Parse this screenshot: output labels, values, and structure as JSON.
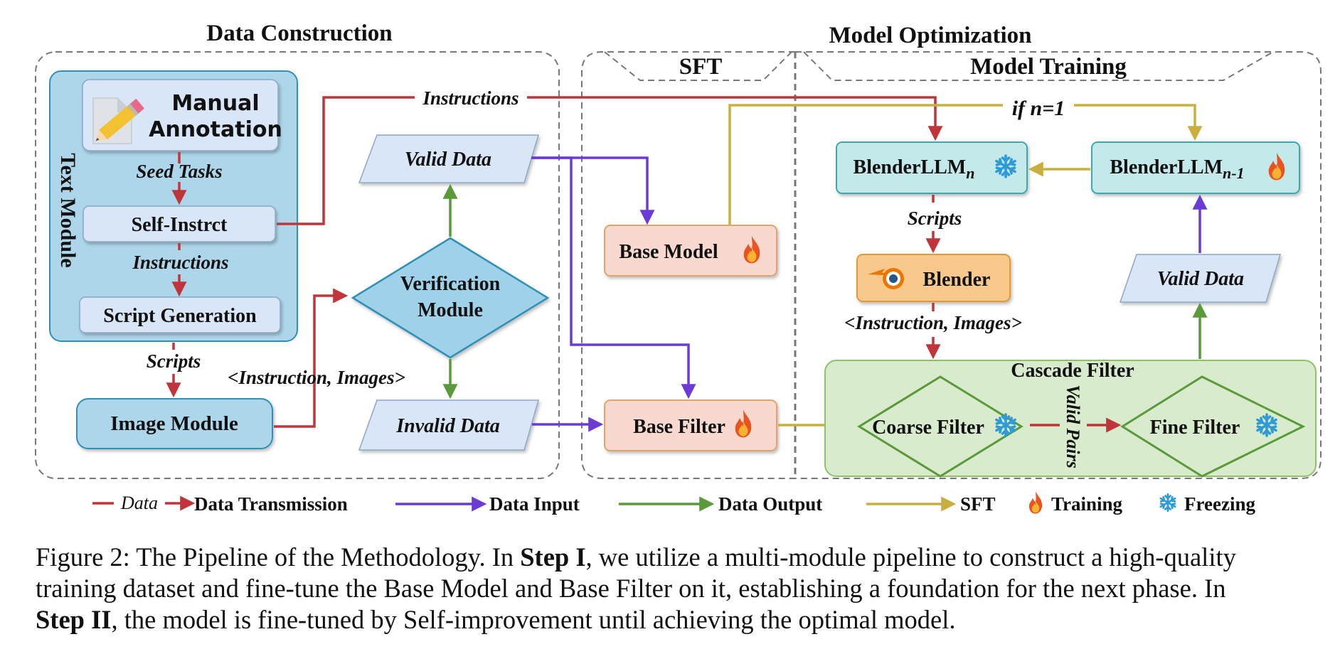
{
  "sections": {
    "data_construction": "Data Construction",
    "model_optimization": "Model Optimization",
    "sft": "SFT",
    "model_training": "Model Training"
  },
  "text_module": {
    "title": "Text Module",
    "manual_annotation_line1": "Manual",
    "manual_annotation_line2": "Annotation",
    "seed_tasks": "Seed Tasks",
    "self_instruct": "Self-Instrct",
    "instructions": "Instructions",
    "script_generation": "Script Generation"
  },
  "scripts_label_left": "Scripts",
  "image_module": "Image Module",
  "instruction_images_left": "<Instruction, Images>",
  "instructions_top": "Instructions",
  "valid_data_left": "Valid Data",
  "verification_line1": "Verification",
  "verification_line2": "Module",
  "invalid_data": "Invalid Data",
  "base_model": "Base Model",
  "base_filter": "Base Filter",
  "if_n1": "if n=1",
  "blender_llm_n": {
    "base": "BlenderLLM",
    "sub": "n"
  },
  "blender_llm_n1": {
    "base": "BlenderLLM",
    "sub": "n-1"
  },
  "scripts_right": "Scripts",
  "blender": "Blender",
  "instruction_images_right": "<Instruction, Images>",
  "valid_data_right": "Valid Data",
  "cascade_filter": "Cascade Filter",
  "coarse_filter": "Coarse Filter",
  "valid_pairs": "Valid Pairs",
  "fine_filter": "Fine Filter",
  "legend": {
    "data_word": "Data",
    "data_transmission": "Data Transmission",
    "data_input": "Data Input",
    "data_output": "Data Output",
    "sft": "SFT",
    "training": "Training",
    "freezing": "Freezing"
  },
  "caption": {
    "line1_a": "Figure 2: The Pipeline of the Methodology. In ",
    "line1_b": "Step I",
    "line1_c": ", we utilize a multi-module pipeline to construct a high-quality",
    "line2": "training dataset and fine-tune the Base Model and Base Filter on it, establishing a foundation for the next phase. In",
    "line3_a": "Step II",
    "line3_b": ", the model is fine-tuned by Self-improvement until achieving the optimal model."
  },
  "colors": {
    "red": "#c0353a",
    "purple": "#6a3bd6",
    "green": "#5a9a3a",
    "gold": "#c9b03e",
    "text_module_bg": "#aed6ea",
    "light_box": "#d9e6f7",
    "teal_box": "#c4e9ea",
    "pink_box": "#f9d9cf",
    "cascade_bg": "#d8ebcc",
    "verification": "#9fd2e9",
    "blender_box": "#f8c98a"
  },
  "icons": [
    "pencil-icon",
    "fire-icon",
    "snowflake-icon",
    "blender-logo-icon"
  ]
}
